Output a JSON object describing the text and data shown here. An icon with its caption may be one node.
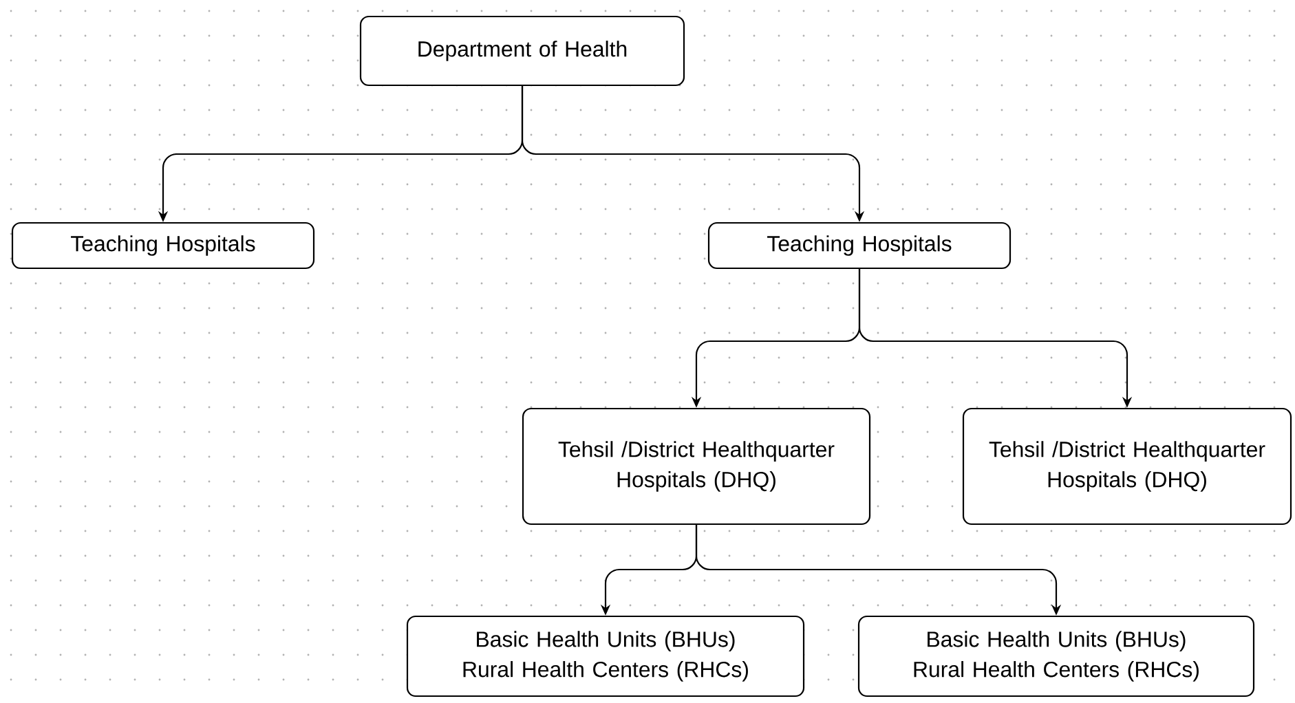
{
  "diagram": {
    "nodes": [
      {
        "text": [
          "Department of Health"
        ]
      },
      {
        "text": [
          "Teaching Hospitals"
        ]
      },
      {
        "text": [
          "Teaching Hospitals"
        ]
      },
      {
        "text": [
          "Tehsil /District Healthquarter Hospitals (DHQ)"
        ]
      },
      {
        "text": [
          "Tehsil /District Healthquarter Hospitals (DHQ)"
        ]
      },
      {
        "text": [
          "Basic Health Units (BHUs) Rural Health Centers (RHCs)"
        ]
      },
      {
        "text": [
          "Basic Health Units (BHUs) Rural Health Centers (RHCs)"
        ]
      }
    ],
    "edges": [
      {
        "from": 0,
        "to": 1,
        "arrow": "to"
      },
      {
        "from": 0,
        "to": 2,
        "arrow": "to"
      },
      {
        "from": 2,
        "to": 3,
        "arrow": "to"
      },
      {
        "from": 2,
        "to": 4,
        "arrow": "to"
      },
      {
        "from": 3,
        "to": 5,
        "arrow": "to"
      },
      {
        "from": 3,
        "to": 6,
        "arrow": "to"
      }
    ]
  }
}
